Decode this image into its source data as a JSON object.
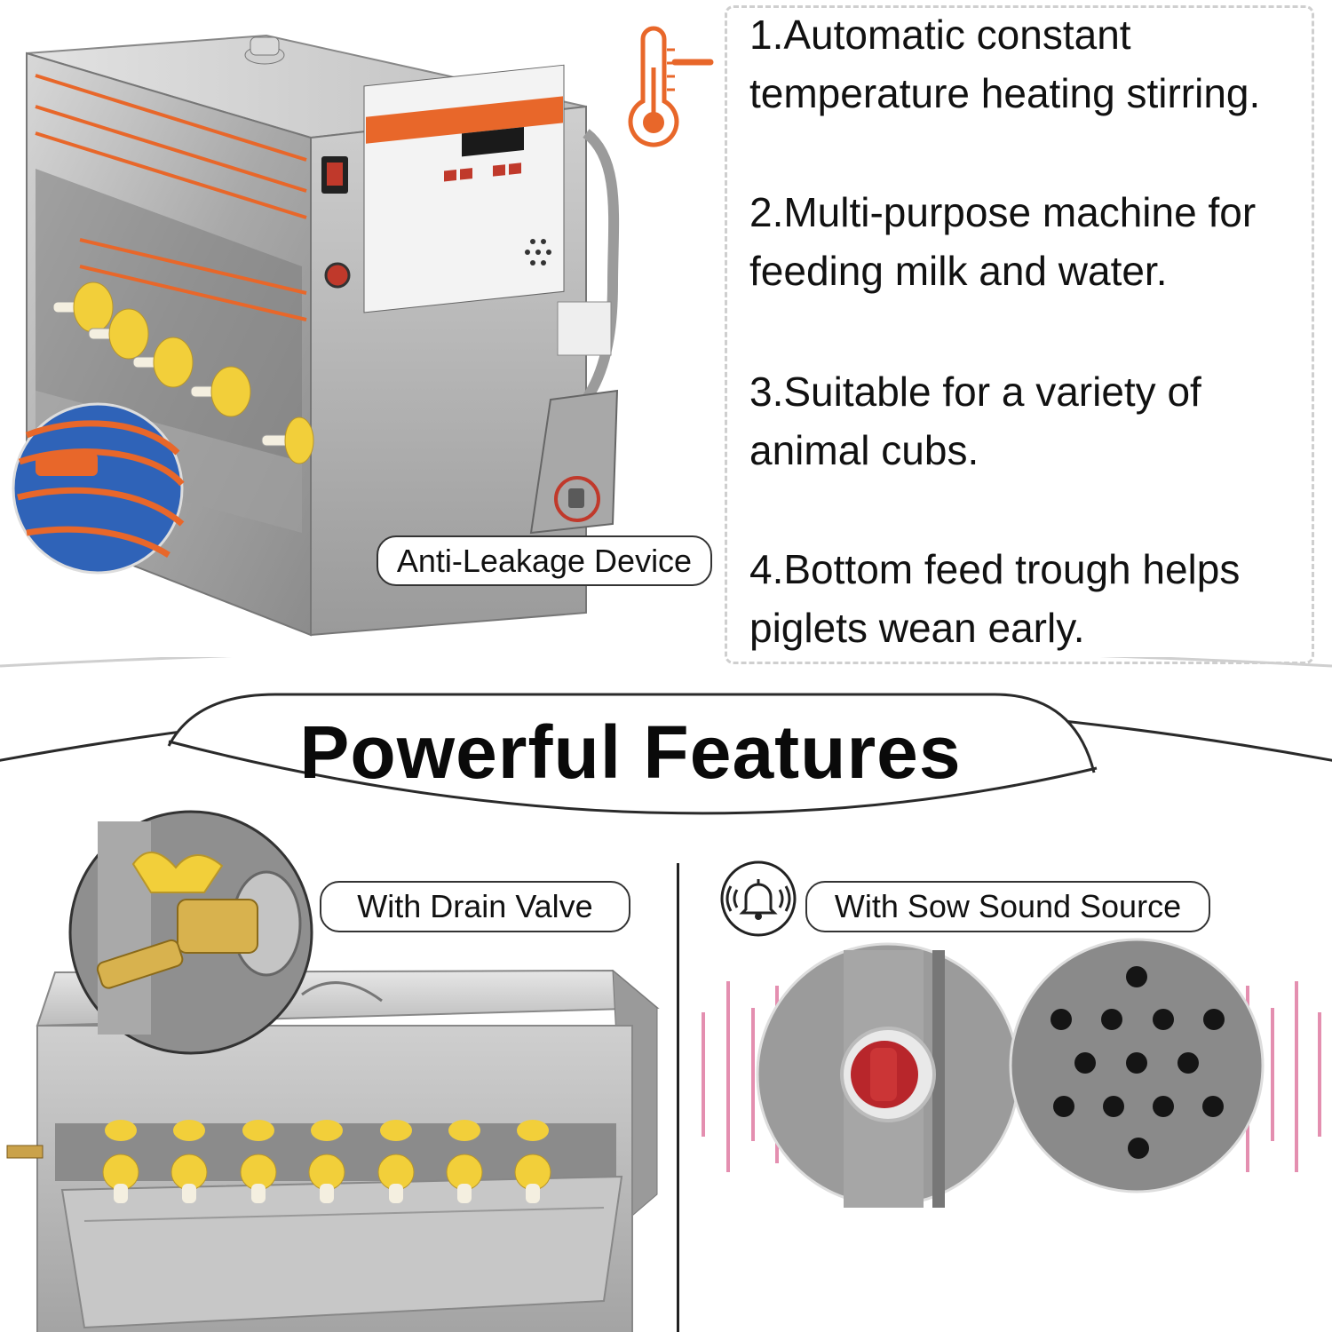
{
  "features": [
    {
      "lines": [
        "1.Automatic constant",
        "temperature heating stirring."
      ]
    },
    {
      "lines": [
        "2.Multi-purpose machine for",
        "feeding milk and water."
      ]
    },
    {
      "lines": [
        "3.Suitable for a variety of",
        "animal cubs."
      ]
    },
    {
      "lines": [
        "4.Bottom feed trough helps",
        "piglets wean early."
      ]
    }
  ],
  "callouts": {
    "anti_leakage": "Anti-Leakage Device",
    "drain_valve": "With Drain Valve",
    "sound_source": "With Sow Sound Source"
  },
  "headline": "Powerful Features",
  "colors": {
    "accent_orange": "#e8672a",
    "steel": "#b9b9b9",
    "nipple_yellow": "#f2cf3a",
    "sound_wave_pink": "#e48fb0"
  },
  "icons": [
    "thermometer-icon",
    "bell-icon"
  ]
}
